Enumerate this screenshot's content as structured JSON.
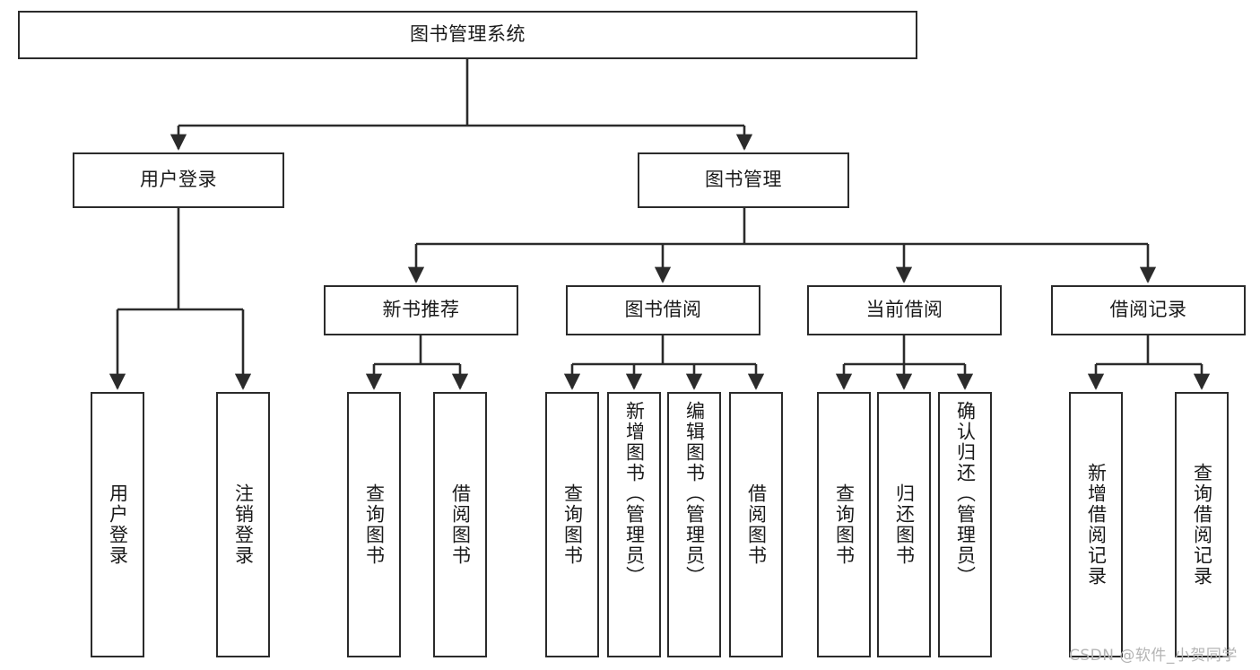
{
  "diagram": {
    "title": "图书管理系统",
    "type": "hierarchy-tree",
    "watermark": "CSDN @软件_小贺同学",
    "colors": {
      "stroke": "#2b2b2b",
      "fill": "#ffffff",
      "text": "#1a1a1a",
      "watermark": "#b4b4b4"
    },
    "root": {
      "id": "root",
      "label": "图书管理系统",
      "level": 1
    },
    "level2": [
      {
        "id": "user-login",
        "label": "用户登录",
        "level": 2
      },
      {
        "id": "book-manage",
        "label": "图书管理",
        "level": 2
      }
    ],
    "level3": [
      {
        "id": "new-book-recommend",
        "label": "新书推荐",
        "level": 3,
        "parent": "book-manage"
      },
      {
        "id": "book-borrow",
        "label": "图书借阅",
        "level": 3,
        "parent": "book-manage"
      },
      {
        "id": "current-borrow",
        "label": "当前借阅",
        "level": 3,
        "parent": "book-manage"
      },
      {
        "id": "borrow-record",
        "label": "借阅记录",
        "level": 3,
        "parent": "book-manage"
      }
    ],
    "leaves": {
      "user_login": [
        {
          "id": "leaf-user-login",
          "label": "用户登录"
        },
        {
          "id": "leaf-logout",
          "label": "注销登录"
        }
      ],
      "new_book_recommend": [
        {
          "id": "leaf-query-book-1",
          "label": "查询图书"
        },
        {
          "id": "leaf-borrow-book-1",
          "label": "借阅图书"
        }
      ],
      "book_borrow": [
        {
          "id": "leaf-query-book-2",
          "label": "查询图书"
        },
        {
          "id": "leaf-add-book",
          "label": "新增图书（管理员）"
        },
        {
          "id": "leaf-edit-book",
          "label": "编辑图书（管理员）"
        },
        {
          "id": "leaf-borrow-book-2",
          "label": "借阅图书"
        }
      ],
      "current_borrow": [
        {
          "id": "leaf-query-book-3",
          "label": "查询图书"
        },
        {
          "id": "leaf-return-book",
          "label": "归还图书"
        },
        {
          "id": "leaf-confirm-return",
          "label": "确认归还（管理员）"
        }
      ],
      "borrow_record": [
        {
          "id": "leaf-add-record",
          "label": "新增借阅记录"
        },
        {
          "id": "leaf-query-record",
          "label": "查询借阅记录"
        }
      ]
    }
  }
}
